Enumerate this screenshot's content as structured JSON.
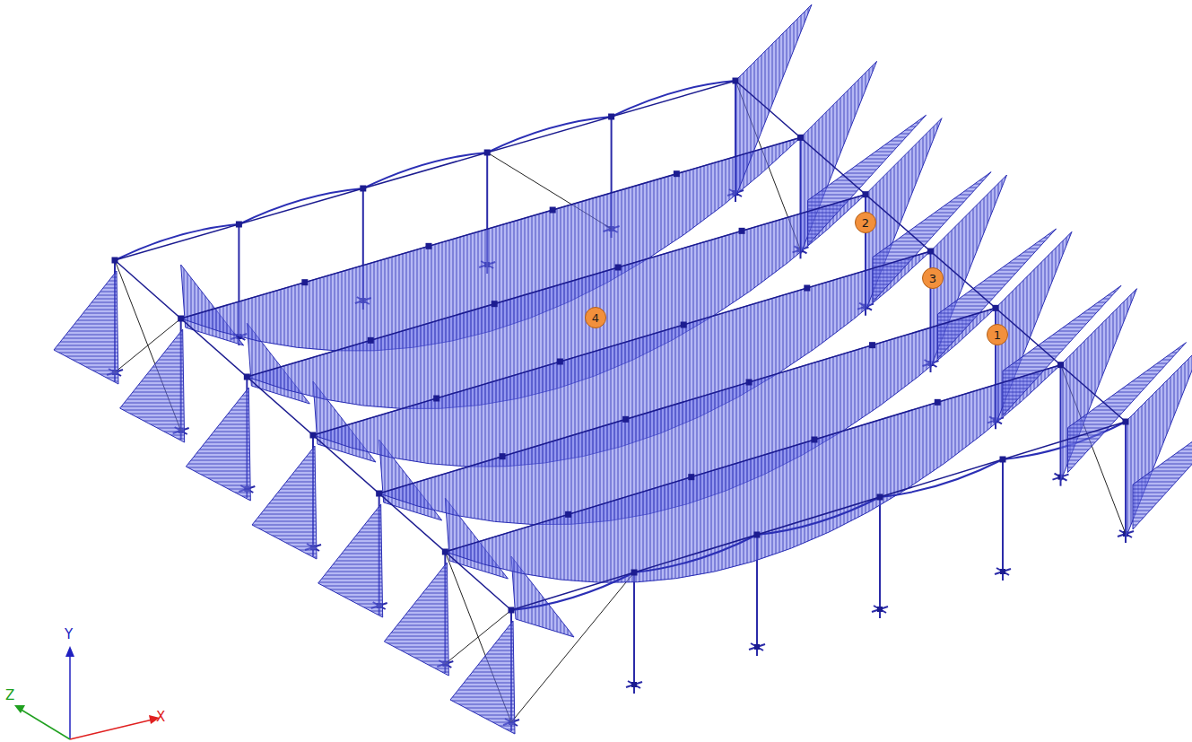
{
  "diagram": {
    "nodes": [
      {
        "text": [
          "1"
        ]
      },
      {
        "text": [
          "2"
        ]
      },
      {
        "text": [
          "3"
        ]
      },
      {
        "text": [
          "4"
        ]
      }
    ],
    "labels": [
      "Y",
      "X",
      "Z"
    ]
  }
}
